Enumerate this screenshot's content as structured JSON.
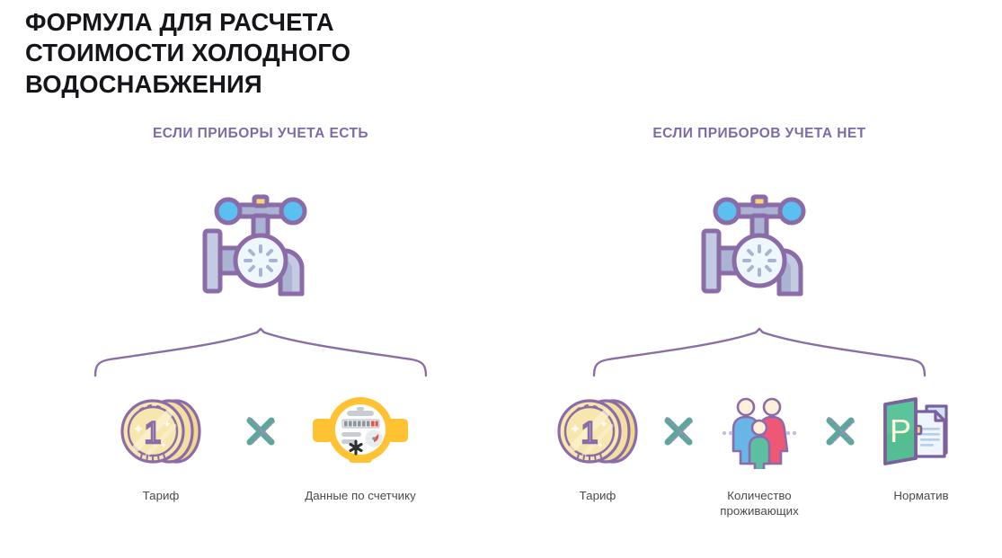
{
  "title": "ФОРМУЛА ДЛЯ РАСЧЕТА\nСТОИМОСТИ ХОЛОДНОГО\nВОДОСНАБЖЕНИЯ",
  "colors": {
    "title": "#16161a",
    "heading": "#7e6aa8",
    "label": "#494a4d",
    "brace": "#8b6da8",
    "purple_outline": "#8b6ca9",
    "faucet_body": "#aab4d2",
    "faucet_light": "#c2cbe2",
    "faucet_knob": "#5bc0f0",
    "faucet_cap": "#f7d774",
    "faucet_face": "#eef7fb",
    "coin_gold": "#f6e3a4",
    "coin_gold_dark": "#f0d98e",
    "coin_rim": "#8b6ca9",
    "meter_yellow": "#ffc233",
    "meter_orange": "#f5a623",
    "meter_face": "#ffffff",
    "meter_gauge_red": "#e2574c",
    "family_father": "#68b6e8",
    "family_mother": "#ef5777",
    "family_child": "#5cc0a0",
    "family_head": "#fdefd9",
    "folder_green": "#5cc49a",
    "folder_green_dark": "#4fb98d",
    "doc_blue": "#cfe2f7",
    "cross_teal": "#5aa89a",
    "background": "#ffffff"
  },
  "columns": [
    {
      "id": "metered",
      "heading": "ЕСЛИ ПРИБОРЫ УЧЕТА ЕСТЬ",
      "source_icon": "faucet-icon",
      "items": [
        {
          "label": "Тариф",
          "icon": "coins-icon"
        },
        {
          "label": "Данные по счетчику",
          "icon": "water-meter-icon"
        }
      ],
      "operators": [
        "×"
      ]
    },
    {
      "id": "unmetered",
      "heading": "ЕСЛИ ПРИБОРОВ УЧЕТА НЕТ",
      "source_icon": "faucet-icon",
      "items": [
        {
          "label": "Тариф",
          "icon": "coins-icon"
        },
        {
          "label": "Количество\nпроживающих",
          "icon": "family-icon"
        },
        {
          "label": "Норматив",
          "icon": "norm-folder-icon"
        }
      ],
      "operators": [
        "×",
        "×"
      ]
    }
  ],
  "coin_value": "1",
  "folder_letter": "P"
}
